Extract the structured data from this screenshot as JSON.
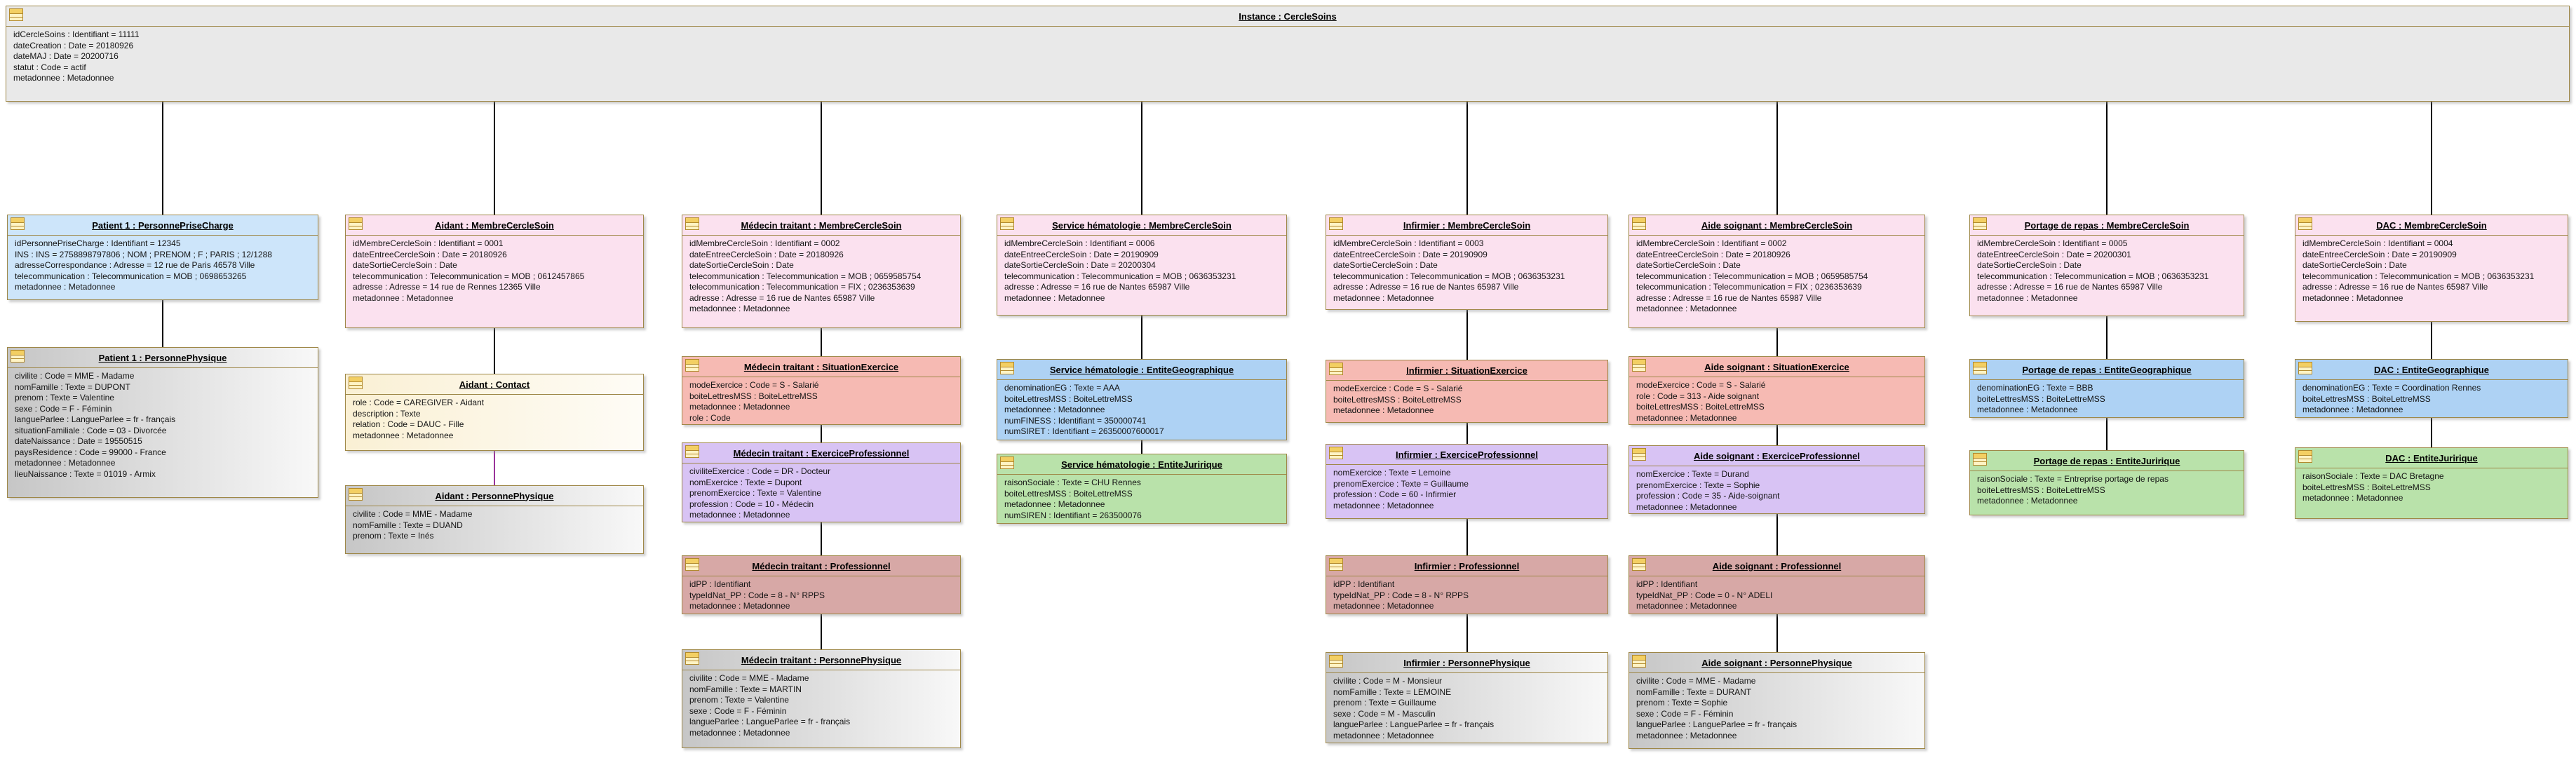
{
  "colors": {
    "root_fill": "#e9e9e9",
    "membre_cercle_soin_fill": "#fbe1ef",
    "personne_prise_charge_fill": "#cde5fa",
    "entite_geographique_fill": "#aed2f4",
    "entite_juridique_fill": "#b9e2aa",
    "situation_exercice_fill": "#f6bab3",
    "exercice_professionnel_fill": "#d8c3f4",
    "professionnel_fill": "#d7a8a6",
    "personne_physique_fill": "#c6c6c6",
    "contact_fill": "#faf0d4",
    "border": "#9e8747",
    "connector": "#000000",
    "connector_accent": "#993399"
  },
  "root": {
    "title": "Instance : CercleSoins",
    "attributes": [
      "idCercleSoins : Identifiant = 11111",
      "dateCreation : Date = 20180926",
      "dateMAJ : Date = 20200716",
      "statut : Code = actif",
      "metadonnee : Metadonnee"
    ]
  },
  "boxes": [
    {
      "title": "Patient 1 : PersonnePriseCharge",
      "attributes": [
        "idPersonnePriseCharge : Identifiant = 12345",
        "INS : INS = 2758898797806 ; NOM ; PRENOM ; F ; PARIS ; 12/1288",
        "adresseCorrespondance : Adresse = 12 rue de Paris 46578 Ville",
        "telecommunication : Telecommunication = MOB ; 0698653265",
        "metadonnee : Metadonnee"
      ]
    },
    {
      "title": "Patient 1 : PersonnePhysique",
      "attributes": [
        "civilite : Code = MME - Madame",
        "nomFamille : Texte = DUPONT",
        "prenom : Texte = Valentine",
        "sexe : Code = F - Féminin",
        "langueParlee : LangueParlee = fr - français",
        "situationFamiliale : Code = 03 - Divorcée",
        "dateNaissance : Date = 19550515",
        "paysResidence : Code = 99000 - France",
        "metadonnee : Metadonnee",
        "lieuNaissance : Texte = 01019 - Armix"
      ]
    },
    {
      "title": "Aidant : MembreCercleSoin",
      "attributes": [
        "idMembreCercleSoin : Identifiant = 0001",
        "dateEntreeCercleSoin : Date = 20180926",
        "dateSortieCercleSoin : Date",
        "telecommunication : Telecommunication = MOB ; 0612457865",
        "adresse : Adresse = 14 rue de Rennes 12365 Ville",
        "metadonnee : Metadonnee"
      ]
    },
    {
      "title": "Aidant : Contact",
      "attributes": [
        "role : Code = CAREGIVER - Aidant",
        "description : Texte",
        "relation : Code = DAUC - Fille",
        "metadonnee : Metadonnee"
      ]
    },
    {
      "title": "Aidant : PersonnePhysique",
      "attributes": [
        "civilite : Code = MME - Madame",
        "nomFamille : Texte = DUAND",
        "prenom : Texte = Inés"
      ]
    },
    {
      "title": "Médecin traitant : MembreCercleSoin",
      "attributes": [
        "idMembreCercleSoin : Identifiant = 0002",
        "dateEntreeCercleSoin : Date = 20180926",
        "dateSortieCercleSoin : Date",
        "telecommunication : Telecommunication = MOB ; 0659585754",
        "telecommunication : Telecommunication = FIX ; 0236353639",
        "adresse : Adresse = 16 rue de Nantes 65987 Ville",
        "metadonnee : Metadonnee"
      ]
    },
    {
      "title": "Médecin traitant : SituationExercice",
      "attributes": [
        "modeExercice : Code = S - Salarié",
        "boiteLettresMSS : BoiteLettreMSS",
        "metadonnee : Metadonnee",
        "role : Code"
      ]
    },
    {
      "title": "Médecin traitant : ExerciceProfessionnel",
      "attributes": [
        "civiliteExercice : Code = DR - Docteur",
        "nomExercice : Texte = Dupont",
        "prenomExercice : Texte = Valentine",
        "profession : Code = 10 - Médecin",
        "metadonnee : Metadonnee"
      ]
    },
    {
      "title": "Médecin traitant : Professionnel",
      "attributes": [
        "idPP : Identifiant",
        "typeIdNat_PP : Code = 8 - N° RPPS",
        "metadonnee : Metadonnee"
      ]
    },
    {
      "title": "Médecin traitant : PersonnePhysique",
      "attributes": [
        "civilite : Code = MME - Madame",
        "nomFamille : Texte = MARTIN",
        "prenom : Texte = Valentine",
        "sexe : Code = F - Féminin",
        "langueParlee : LangueParlee = fr - français",
        "metadonnee : Metadonnee"
      ]
    },
    {
      "title": "Service hématologie : MembreCercleSoin",
      "attributes": [
        "idMembreCercleSoin : Identifiant = 0006",
        "dateEntreeCercleSoin : Date = 20190909",
        "dateSortieCercleSoin : Date = 20200304",
        "telecommunication : Telecommunication = MOB ; 0636353231",
        "adresse : Adresse = 16 rue de Nantes 65987 Ville",
        "metadonnee : Metadonnee"
      ]
    },
    {
      "title": "Service hématologie : EntiteGeographique",
      "attributes": [
        "denominationEG : Texte = AAA",
        "boiteLettresMSS : BoiteLettreMSS",
        "metadonnee : Metadonnee",
        "numFINESS : Identifiant = 350000741",
        "numSIRET : Identifiant = 26350007600017"
      ]
    },
    {
      "title": "Service hématologie : EntiteJuririque",
      "attributes": [
        "raisonSociale : Texte = CHU Rennes",
        "boiteLettresMSS : BoiteLettreMSS",
        "metadonnee : Metadonnee",
        "numSIREN : Identifiant = 263500076"
      ]
    },
    {
      "title": "Infirmier  : MembreCercleSoin",
      "attributes": [
        "idMembreCercleSoin : Identifiant = 0003",
        "dateEntreeCercleSoin : Date = 20190909",
        "dateSortieCercleSoin : Date",
        "telecommunication : Telecommunication = MOB ; 0636353231",
        "adresse : Adresse = 16 rue de Nantes 65987 Ville",
        "metadonnee : Metadonnee"
      ]
    },
    {
      "title": "Infirmier  : SituationExercice",
      "attributes": [
        "modeExercice : Code = S - Salarié",
        "boiteLettresMSS : BoiteLettreMSS",
        "metadonnee : Metadonnee"
      ]
    },
    {
      "title": "Infirmier  : ExerciceProfessionnel",
      "attributes": [
        "nomExercice : Texte = Lemoine",
        "prenomExercice : Texte = Guillaume",
        "profession : Code = 60 - Infirmier",
        "metadonnee : Metadonnee"
      ]
    },
    {
      "title": "Infirmier  : Professionnel",
      "attributes": [
        "idPP : Identifiant",
        "typeIdNat_PP : Code = 8 - N° RPPS",
        "metadonnee : Metadonnee"
      ]
    },
    {
      "title": "Infirmier  : PersonnePhysique",
      "attributes": [
        "civilite : Code = M - Monsieur",
        "nomFamille : Texte = LEMOINE",
        "prenom : Texte = Guillaume",
        "sexe : Code = M - Masculin",
        "langueParlee : LangueParlee = fr - français",
        "metadonnee : Metadonnee"
      ]
    },
    {
      "title": "Aide soignant : MembreCercleSoin",
      "attributes": [
        "idMembreCercleSoin : Identifiant = 0002",
        "dateEntreeCercleSoin : Date = 20180926",
        "dateSortieCercleSoin : Date",
        "telecommunication : Telecommunication = MOB ; 0659585754",
        "telecommunication : Telecommunication = FIX ; 0236353639",
        "adresse : Adresse = 16 rue de Nantes 65987 Ville",
        "metadonnee : Metadonnee"
      ]
    },
    {
      "title": "Aide soignant : SituationExercice",
      "attributes": [
        "modeExercice : Code = S - Salarié",
        "role : Code = 313 - Aide soignant",
        "boiteLettresMSS : BoiteLettreMSS",
        "metadonnee : Metadonnee"
      ]
    },
    {
      "title": "Aide soignant : ExerciceProfessionnel",
      "attributes": [
        "nomExercice : Texte = Durand",
        "prenomExercice : Texte = Sophie",
        "profession : Code = 35 - Aide-soignant",
        "metadonnee : Metadonnee"
      ]
    },
    {
      "title": "Aide soignant : Professionnel",
      "attributes": [
        "idPP : Identifiant",
        "typeIdNat_PP : Code = 0 - N° ADELI",
        "metadonnee : Metadonnee"
      ]
    },
    {
      "title": "Aide soignant : PersonnePhysique",
      "attributes": [
        "civilite : Code = MME - Madame",
        "nomFamille : Texte = DURANT",
        "prenom : Texte = Sophie",
        "sexe : Code = F - Féminin",
        "langueParlee : LangueParlee = fr - français",
        "metadonnee : Metadonnee"
      ]
    },
    {
      "title": "Portage de repas : MembreCercleSoin",
      "attributes": [
        "idMembreCercleSoin : Identifiant = 0005",
        "dateEntreeCercleSoin : Date = 20200301",
        "dateSortieCercleSoin : Date",
        "telecommunication : Telecommunication = MOB ; 0636353231",
        "adresse : Adresse = 16 rue de Nantes 65987 Ville",
        "metadonnee : Metadonnee"
      ]
    },
    {
      "title": "Portage de repas : EntiteGeographique",
      "attributes": [
        "denominationEG : Texte = BBB",
        "boiteLettresMSS : BoiteLettreMSS",
        "metadonnee : Metadonnee"
      ]
    },
    {
      "title": "Portage de repas : EntiteJuririque",
      "attributes": [
        "raisonSociale : Texte = Entreprise portage de repas",
        "boiteLettresMSS : BoiteLettreMSS",
        "metadonnee : Metadonnee"
      ]
    },
    {
      "title": "DAC : MembreCercleSoin",
      "attributes": [
        "idMembreCercleSoin : Identifiant = 0004",
        "dateEntreeCercleSoin : Date = 20190909",
        "dateSortieCercleSoin : Date",
        "telecommunication : Telecommunication = MOB ; 0636353231",
        "adresse : Adresse = 16 rue de Nantes 65987 Ville",
        "metadonnee : Metadonnee"
      ]
    },
    {
      "title": "DAC : EntiteGeographique",
      "attributes": [
        "denominationEG : Texte = Coordination Rennes",
        "boiteLettresMSS : BoiteLettreMSS",
        "metadonnee : Metadonnee"
      ]
    },
    {
      "title": "DAC : EntiteJuririque",
      "attributes": [
        "raisonSociale : Texte = DAC Bretagne",
        "boiteLettresMSS : BoiteLettreMSS",
        "metadonnee : Metadonnee"
      ]
    }
  ]
}
